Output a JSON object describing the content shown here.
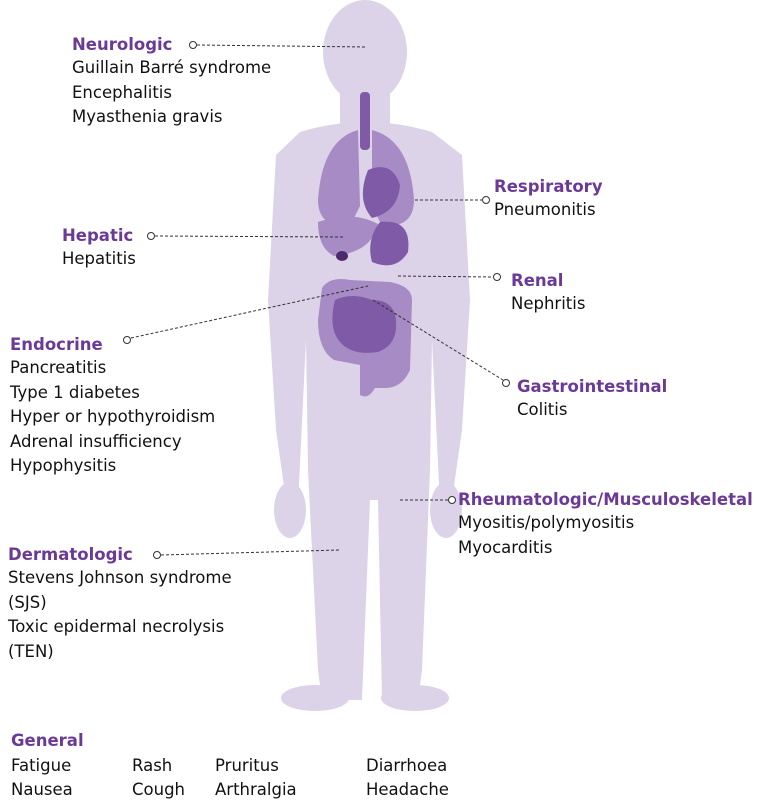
{
  "colors": {
    "category": "#6b3a96",
    "body": "#ddd3e8",
    "organ": "#a68bc4",
    "organ_dark": "#7f5aa6",
    "leader": "#333333"
  },
  "groups": {
    "neurologic": {
      "title": "Neurologic",
      "items": [
        "Guillain Barré syndrome",
        "Encephalitis",
        "Myasthenia gravis"
      ]
    },
    "respiratory": {
      "title": "Respiratory",
      "items": [
        "Pneumonitis"
      ]
    },
    "hepatic": {
      "title": "Hepatic",
      "items": [
        "Hepatitis"
      ]
    },
    "renal": {
      "title": "Renal",
      "items": [
        "Nephritis"
      ]
    },
    "endocrine": {
      "title": "Endocrine",
      "items": [
        "Pancreatitis",
        "Type 1 diabetes",
        "Hyper or hypothyroidism",
        "Adrenal insufficiency",
        "Hypophysitis"
      ]
    },
    "gastrointestinal": {
      "title": "Gastrointestinal",
      "items": [
        "Colitis"
      ]
    },
    "rheumatologic": {
      "title": "Rheumatologic/Musculoskeletal",
      "items": [
        "Myositis/polymyositis",
        "Myocarditis"
      ]
    },
    "dermatologic": {
      "title": "Dermatologic",
      "items": [
        "Stevens Johnson syndrome",
        "(SJS)",
        "Toxic epidermal necrolysis",
        "(TEN)"
      ]
    }
  },
  "general": {
    "title": "General",
    "columns": [
      [
        "Fatigue",
        "Nausea"
      ],
      [
        "Rash",
        "Cough"
      ],
      [
        "Pruritus",
        "Arthralgia"
      ],
      [
        "Diarrhoea",
        "Headache"
      ]
    ]
  }
}
